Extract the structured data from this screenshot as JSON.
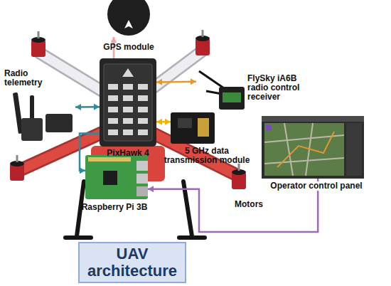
{
  "diagram": {
    "nodes": [
      {
        "text": [
          "GPS module"
        ]
      },
      {
        "text": [
          "Radio telemetry"
        ]
      },
      {
        "text": [
          "FlySky iA6B radio control receiver"
        ]
      },
      {
        "text": [
          "PixHawk 4"
        ]
      },
      {
        "text": [
          "5 GHz data transmission module"
        ]
      },
      {
        "text": [
          "Operator control panel"
        ]
      },
      {
        "text": [
          "Motors"
        ]
      },
      {
        "text": [
          "Raspberry Pi 3B"
        ]
      },
      {
        "text": [
          "UAV architecture"
        ]
      }
    ],
    "edges": [
      {
        "from": 3,
        "to": 0,
        "arrow": "to"
      },
      {
        "from": 1,
        "to": 3,
        "arrow": "both"
      },
      {
        "from": 3,
        "to": 2,
        "arrow": "both"
      },
      {
        "from": 3,
        "to": 4,
        "arrow": "both"
      },
      {
        "from": 3,
        "to": 7,
        "arrow": "to"
      },
      {
        "from": 5,
        "to": 7,
        "arrow": "to"
      }
    ]
  }
}
